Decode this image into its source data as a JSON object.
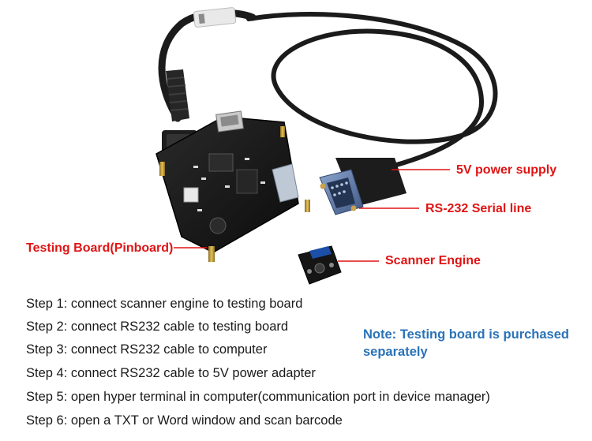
{
  "labels": {
    "power_supply": "5V power supply",
    "serial_line": "RS-232 Serial line",
    "testing_board": "Testing Board(Pinboard)",
    "scanner_engine": "Scanner Engine"
  },
  "steps": [
    "Step 1: connect scanner engine to testing board",
    "Step 2: connect RS232 cable to testing board",
    "Step 3: connect RS232 cable to computer",
    "Step 4: connect RS232 cable to 5V power adapter",
    "Step 5: open hyper terminal in computer(communication port in device manager)",
    "Step 6: open a TXT or Word window and scan barcode"
  ],
  "note": "Note: Testing board is purchased separately",
  "colors": {
    "label_red": "#e01414",
    "note_blue": "#2a72b8",
    "pcb_black": "#151515",
    "connector_blue": "#5d79a8"
  }
}
